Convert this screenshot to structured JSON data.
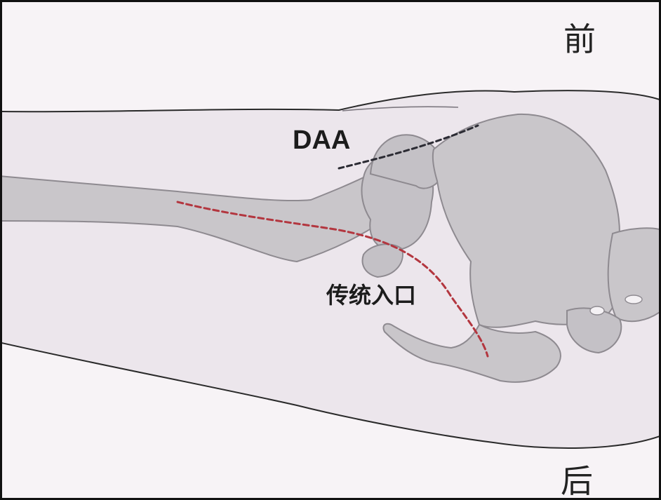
{
  "labels": {
    "front": "前",
    "back": "后",
    "daa": "DAA",
    "traditional": "传统入口"
  },
  "colors": {
    "background": "#f7f3f6",
    "skin": "#ece6ec",
    "outline": "#2a2a2a",
    "bone": "#c9c6ca",
    "bone_edge": "#8e8a90",
    "daa_incision": "#2b2b33",
    "traditional_incision": "#b3363f"
  }
}
